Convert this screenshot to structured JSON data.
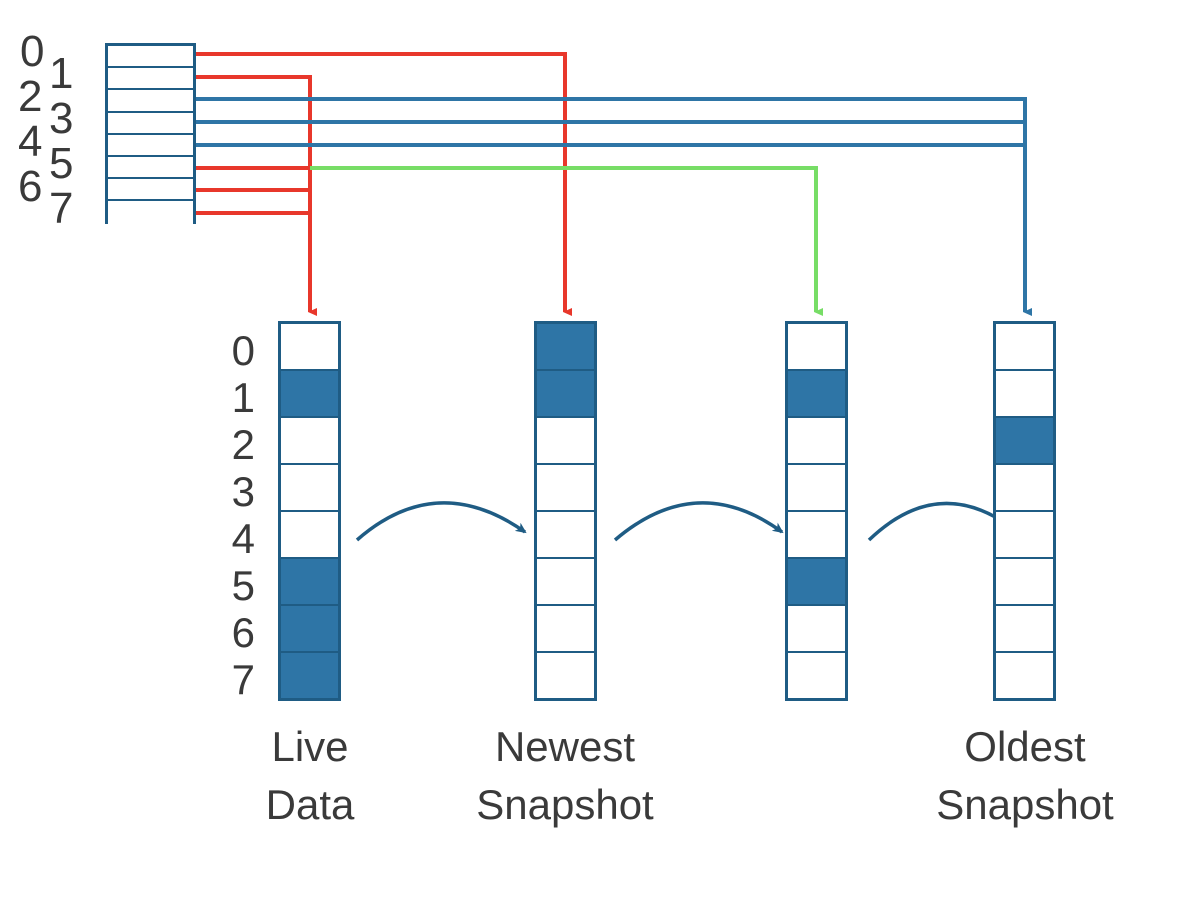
{
  "diagram": {
    "title_present": false,
    "colors": {
      "outline": "#1F5C84",
      "cell_fill": "#2E75A6",
      "wire_red": "#E8372B",
      "wire_blue": "#2E75A6",
      "wire_green": "#77DD66",
      "text": "#3A3A3A",
      "background": "#FFFFFF"
    }
  },
  "source_table": {
    "name": "source-block-table",
    "row_count": 8,
    "row_labels": [
      "0",
      "1",
      "2",
      "3",
      "4",
      "5",
      "6",
      "7"
    ],
    "rows": [
      {
        "index": "0",
        "wire_color": "red",
        "target": "newest-snapshot"
      },
      {
        "index": "1",
        "wire_color": "red",
        "target": "live-data"
      },
      {
        "index": "2",
        "wire_color": "blue",
        "target": "oldest-snapshot"
      },
      {
        "index": "3",
        "wire_color": "blue",
        "target": "oldest-snapshot"
      },
      {
        "index": "4",
        "wire_color": "blue",
        "target": "oldest-snapshot"
      },
      {
        "index": "5",
        "wire_color": "green",
        "target": "third-snapshot"
      },
      {
        "index": "6",
        "wire_color": "red",
        "target": "live-data"
      },
      {
        "index": "7",
        "wire_color": "red",
        "target": "live-data"
      }
    ]
  },
  "columns": [
    {
      "id": "live-data",
      "caption": "Live\nData",
      "caption_line1": "Live",
      "caption_line2": "Data",
      "arrow_color": "red",
      "row_labels": [
        "0",
        "1",
        "2",
        "3",
        "4",
        "5",
        "6",
        "7"
      ],
      "cells": [
        false,
        true,
        false,
        false,
        false,
        true,
        true,
        true
      ]
    },
    {
      "id": "newest-snapshot",
      "caption": "Newest\nSnapshot",
      "caption_line1": "Newest",
      "caption_line2": "Snapshot",
      "arrow_color": "red",
      "row_labels": [
        "0",
        "1",
        "2",
        "3",
        "4",
        "5",
        "6",
        "7"
      ],
      "cells": [
        true,
        true,
        false,
        false,
        false,
        false,
        false,
        false
      ]
    },
    {
      "id": "third-snapshot",
      "caption": "",
      "caption_line1": "",
      "caption_line2": "",
      "arrow_color": "green",
      "row_labels": [
        "0",
        "1",
        "2",
        "3",
        "4",
        "5",
        "6",
        "7"
      ],
      "cells": [
        false,
        true,
        false,
        false,
        false,
        true,
        false,
        false
      ]
    },
    {
      "id": "oldest-snapshot",
      "caption": "Oldest\nSnapshot",
      "caption_line1": "Oldest",
      "caption_line2": "Snapshot",
      "arrow_color": "blue",
      "row_labels": [
        "0",
        "1",
        "2",
        "3",
        "4",
        "5",
        "6",
        "7"
      ],
      "cells": [
        false,
        false,
        true,
        false,
        false,
        false,
        false,
        false
      ]
    }
  ],
  "flow_arrows": [
    {
      "from": "live-data",
      "to": "newest-snapshot"
    },
    {
      "from": "newest-snapshot",
      "to": "third-snapshot"
    },
    {
      "from": "third-snapshot",
      "to": "oldest-snapshot"
    }
  ],
  "row_index_labels": [
    "0",
    "1",
    "2",
    "3",
    "4",
    "5",
    "6",
    "7"
  ]
}
